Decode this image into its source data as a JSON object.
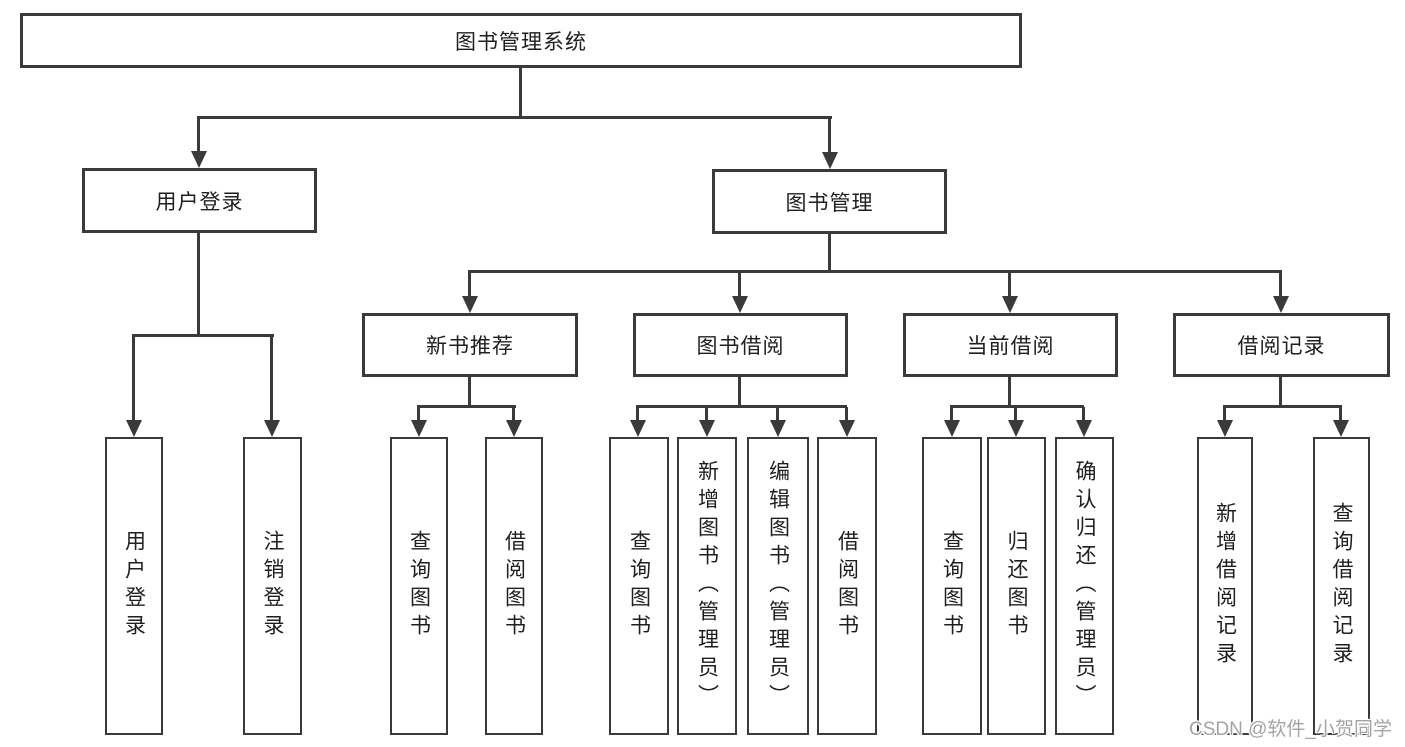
{
  "diagram": {
    "tree": {
      "label": "图书管理系统",
      "children": [
        {
          "label": "用户登录",
          "children": [
            {
              "label": "用户登录"
            },
            {
              "label": "注销登录"
            }
          ]
        },
        {
          "label": "图书管理",
          "children": [
            {
              "label": "新书推荐",
              "children": [
                {
                  "label": "查询图书"
                },
                {
                  "label": "借阅图书"
                }
              ]
            },
            {
              "label": "图书借阅",
              "children": [
                {
                  "label": "查询图书"
                },
                {
                  "label": "新增图书（管理员）"
                },
                {
                  "label": "编辑图书（管理员）"
                },
                {
                  "label": "借阅图书"
                }
              ]
            },
            {
              "label": "当前借阅",
              "children": [
                {
                  "label": "查询图书"
                },
                {
                  "label": "归还图书"
                },
                {
                  "label": "确认归还（管理员）"
                }
              ]
            },
            {
              "label": "借阅记录",
              "children": [
                {
                  "label": "新增借阅记录"
                },
                {
                  "label": "查询借阅记录"
                }
              ]
            }
          ]
        }
      ]
    },
    "colors": {
      "line": "#3a3a3a",
      "text": "#1f1f1f",
      "background": "#ffffff",
      "watermark_text": "#a4a4a4"
    }
  },
  "watermark": {
    "text": "CSDN @软件_小贺同学"
  }
}
